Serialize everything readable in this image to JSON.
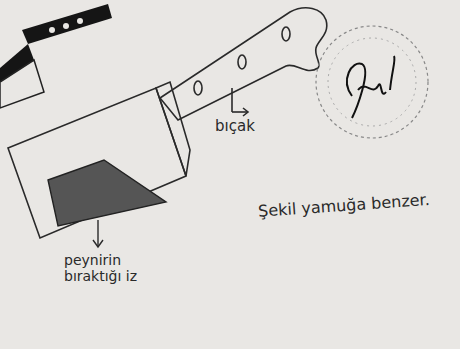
{
  "diagram": {
    "labels": [
      "bıçak",
      "peynirin bıraktığı iz",
      "Şekil yamuğa benzer."
    ]
  }
}
